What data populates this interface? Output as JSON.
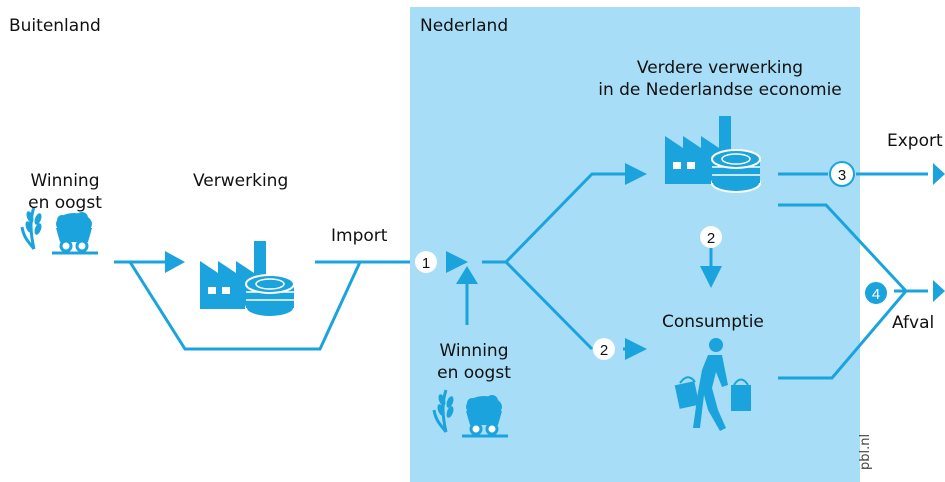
{
  "colors": {
    "flow": "#1aa3dd",
    "nl_panel": "#a7ddf6",
    "icon": "#1aa3dd",
    "badge_dark": "#111111",
    "badge_blue": "#1aa3dd"
  },
  "regions": {
    "abroad": "Buitenland",
    "netherlands": "Nederland"
  },
  "labels": {
    "extraction_abroad": [
      "Winning",
      "en oogst"
    ],
    "processing": "Verwerking",
    "import": "Import",
    "further_processing": [
      "Verdere verwerking",
      "in de Nederlandse economie"
    ],
    "export": "Export",
    "consumption": "Consumptie",
    "waste": "Afval",
    "extraction_nl": [
      "Winning",
      "en oogst"
    ]
  },
  "markers": {
    "m1": "1",
    "m2a": "2",
    "m2b": "2",
    "m3": "3",
    "m4": "4"
  },
  "icons": [
    "wheat-icon",
    "ore-cart-icon",
    "factory-icon",
    "coins-icon",
    "shopper-icon"
  ],
  "credit": "pbl.nl"
}
